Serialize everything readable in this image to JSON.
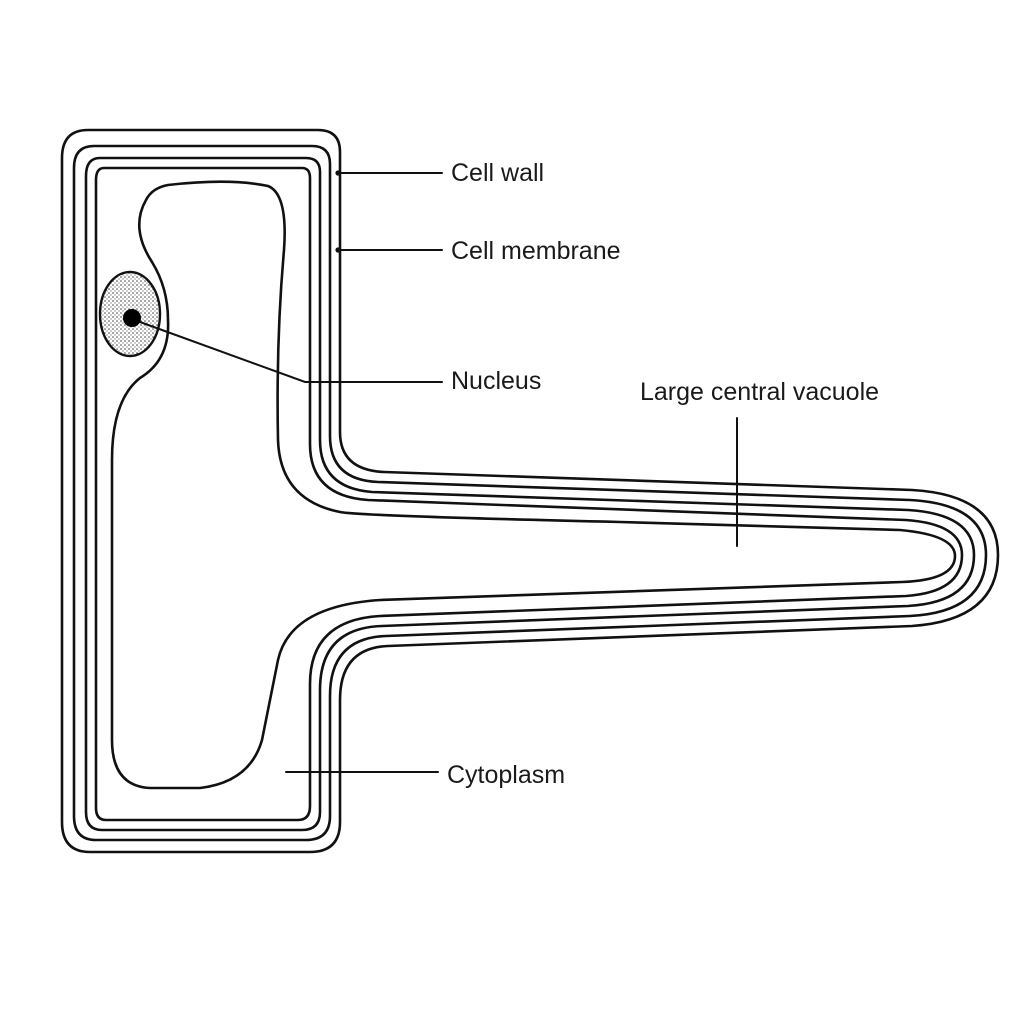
{
  "diagram": {
    "type": "labeled-diagram",
    "labels": {
      "cell_wall": "Cell wall",
      "cell_membrane": "Cell membrane",
      "nucleus": "Nucleus",
      "large_central_vacuole": "Large central vacuole",
      "cytoplasm": "Cytoplasm"
    }
  }
}
